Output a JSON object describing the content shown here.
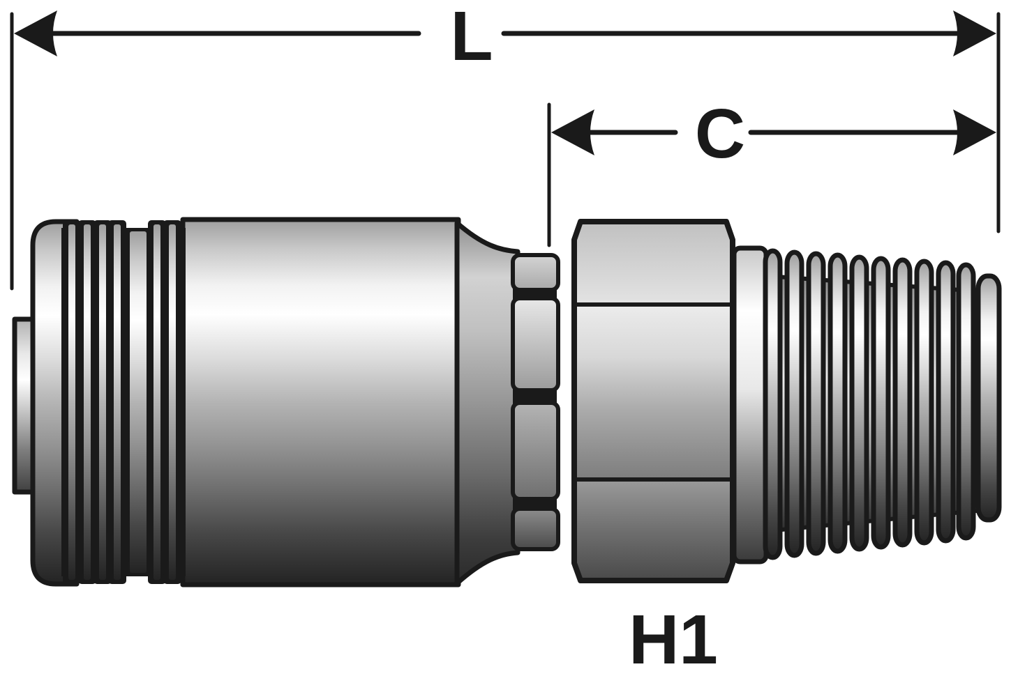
{
  "diagram": {
    "labels": {
      "overall_length": "L",
      "cutoff_length": "C",
      "hex": "H1"
    },
    "colors": {
      "line": "#1a1a1a",
      "background": "#ffffff",
      "metal_highlight": "#ffffff",
      "metal_mid": "#a8a8a8",
      "metal_shadow": "#262626"
    },
    "parts": [
      "tube-stop",
      "crimp-shell-cap",
      "crimp-shell-serrations",
      "crimp-shell-body",
      "bell-transition",
      "collar-grooves",
      "hex-nut",
      "thread-neck",
      "male-tapered-thread"
    ]
  }
}
